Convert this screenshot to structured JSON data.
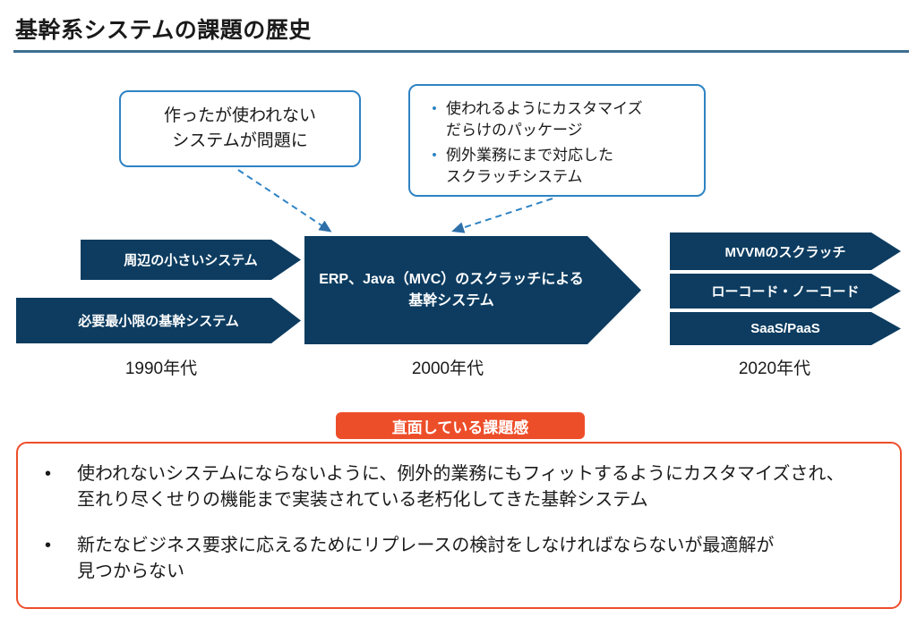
{
  "slide": {
    "title": "基幹系システムの課題の歴史"
  },
  "callouts": [
    {
      "name": "unused-system",
      "lines": [
        "作ったが使われない",
        "システムが問題に"
      ]
    },
    {
      "name": "customization",
      "bullets": [
        "使われるようにカスタマイズ\nだらけのパッケージ",
        "例外業務にまで対応した\nスクラッチシステム"
      ],
      "bullet_glyph": "•"
    }
  ],
  "timeline": {
    "chevrons": [
      {
        "id": "peripheral",
        "label": "周辺の小さいシステム"
      },
      {
        "id": "minimal",
        "label": "必要最小限の基幹システム"
      },
      {
        "id": "core",
        "label": "ERP、Java（MVC）のスクラッチによる\n基幹システム"
      },
      {
        "id": "mvvm",
        "label": "MVVMのスクラッチ"
      },
      {
        "id": "lowcode",
        "label": "ローコード・ノーコード"
      },
      {
        "id": "saas",
        "label": "SaaS/PaaS"
      }
    ],
    "eras": [
      {
        "id": "1990",
        "label": "1990年代"
      },
      {
        "id": "2000",
        "label": "2000年代"
      },
      {
        "id": "2020",
        "label": "2020年代"
      }
    ]
  },
  "issues": {
    "banner_label": "直面している課題感",
    "bullet_glyph": "•",
    "items": [
      "使われないシステムにならないように、例外的業務にもフィットするようにカスタマイズされ、\n至れり尽くせりの機能まで実装されている老朽化してきた基幹システム",
      "新たなビジネス要求に応えるためにリプレースの検討をしなければならないが最適解が\n見つからない"
    ]
  },
  "colors": {
    "chevron_navy": "#0d3c60",
    "callout_border_blue": "#2e83c4",
    "title_rule_blue": "#3f6e91",
    "accent_orange": "#ed4e2a",
    "connector_blue": "#2e83c4"
  }
}
